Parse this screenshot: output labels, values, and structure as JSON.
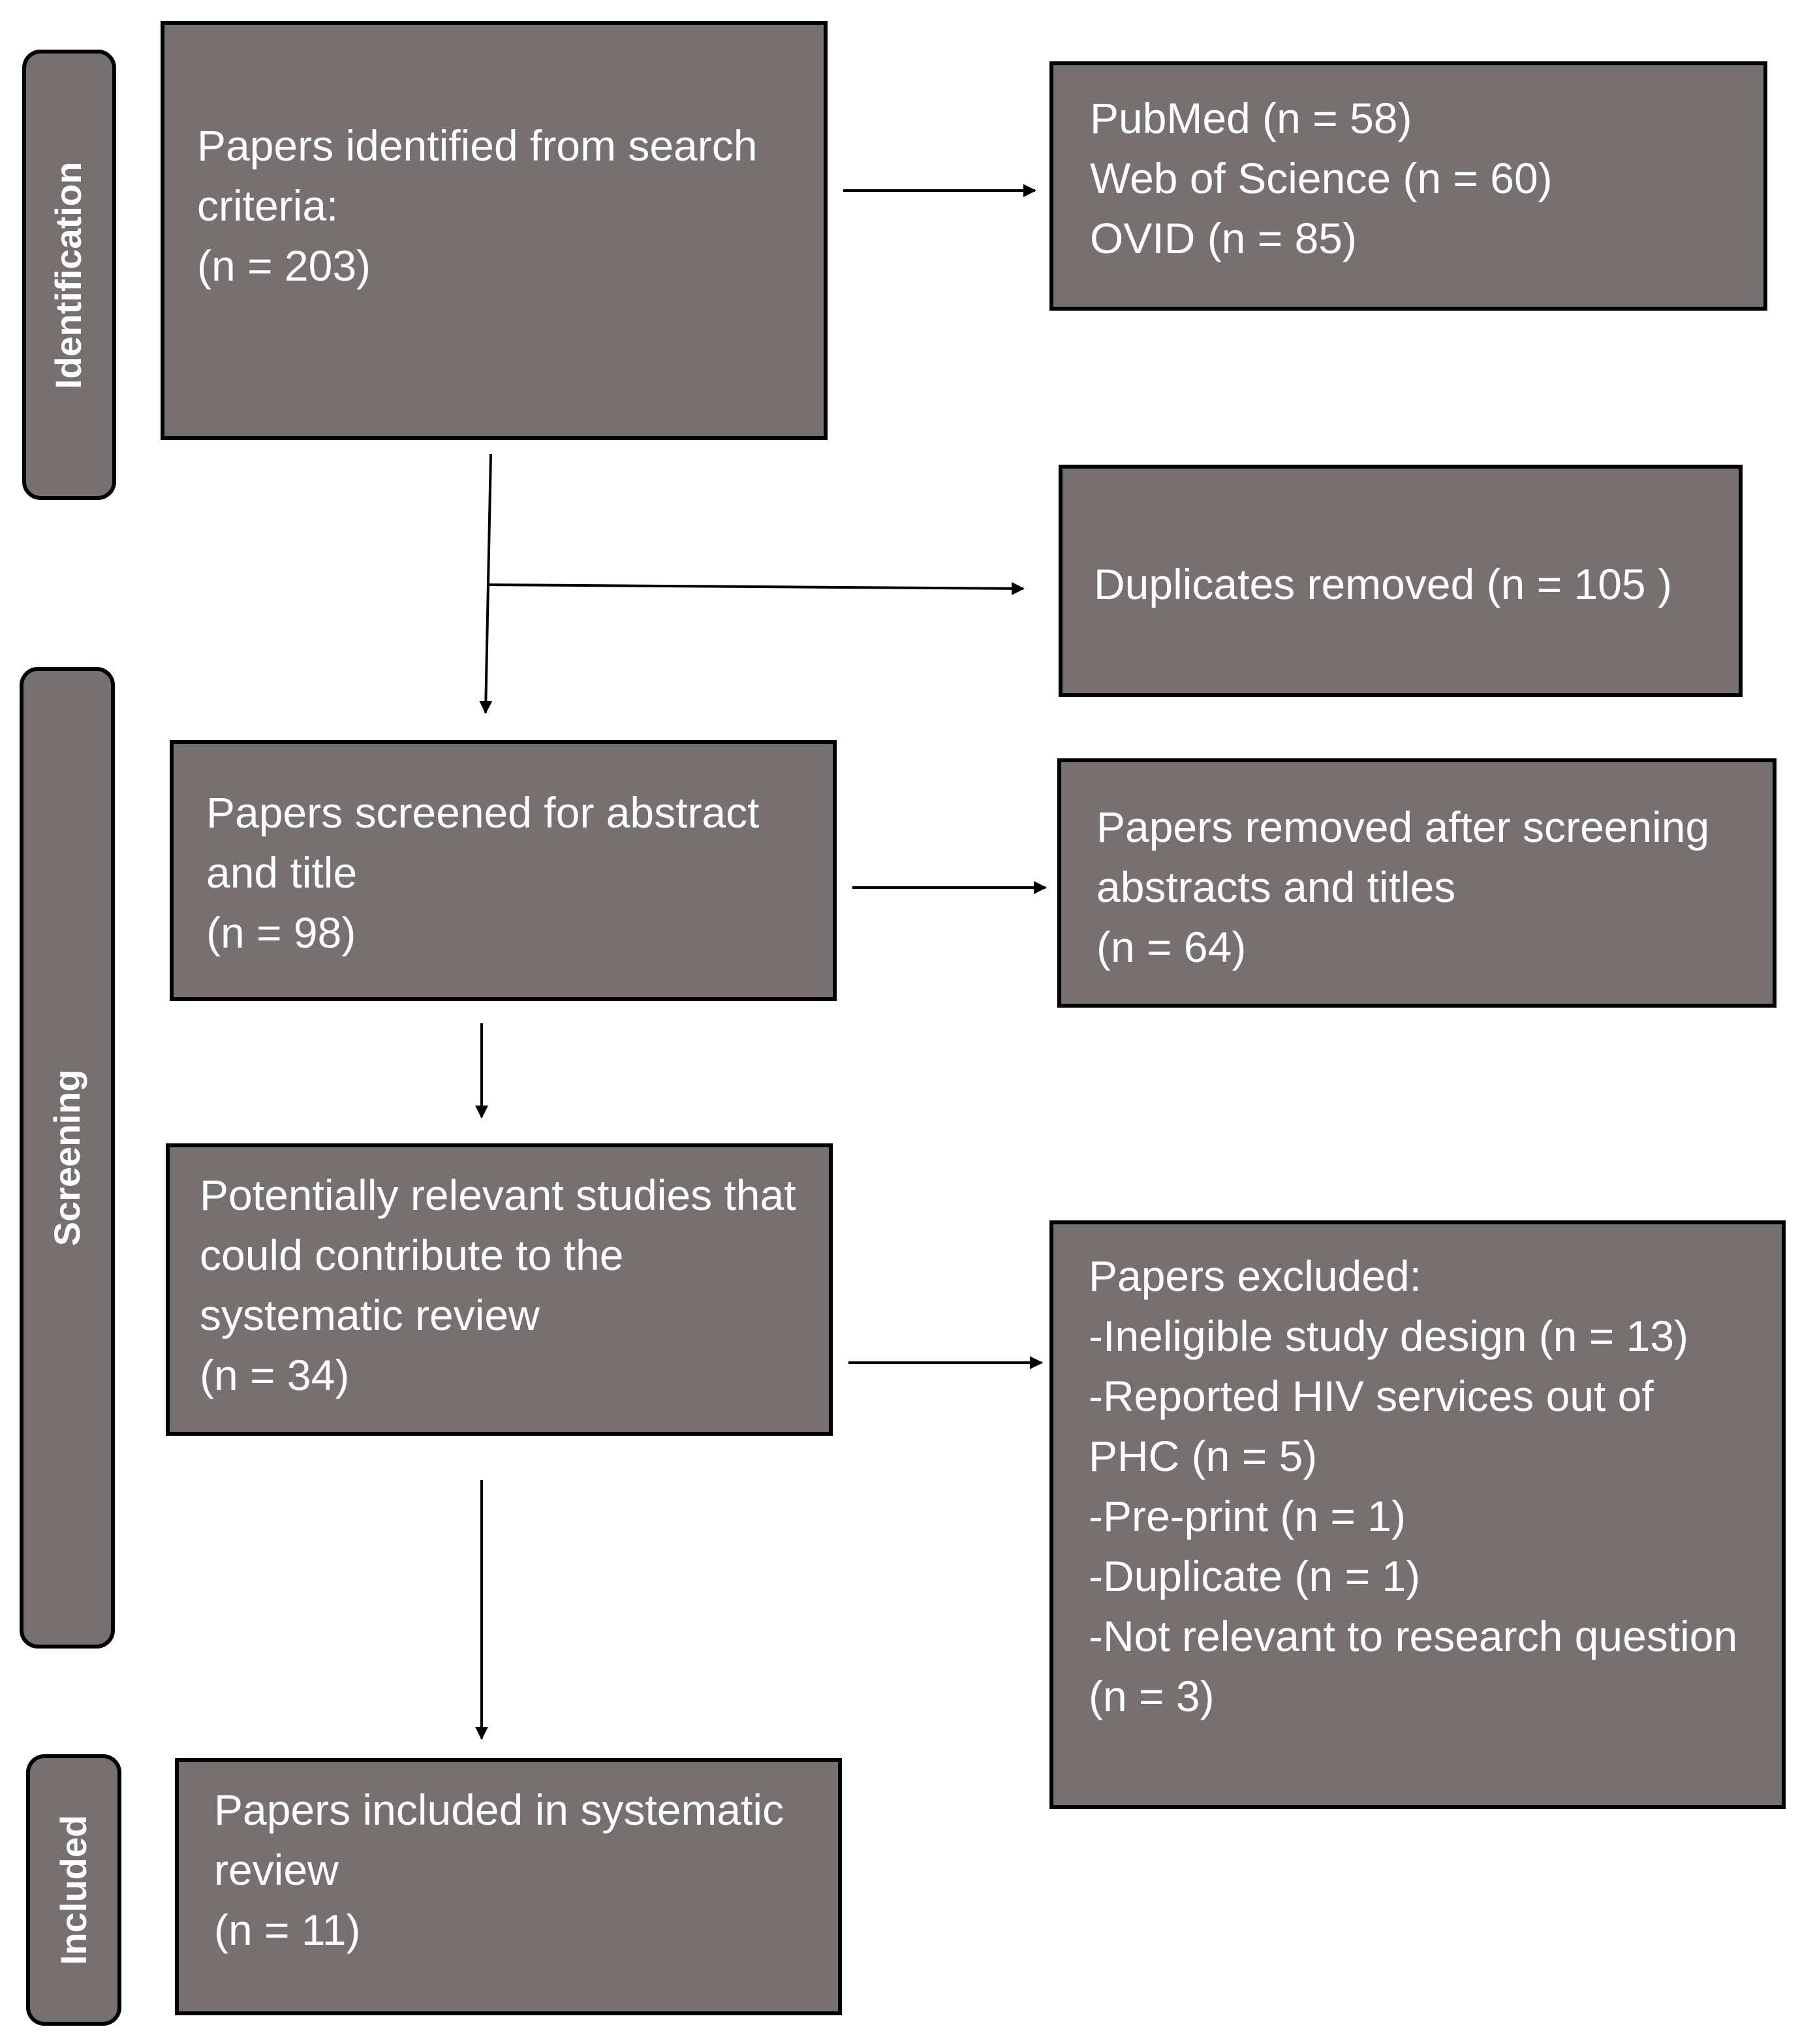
{
  "phases": {
    "identification": "Identification",
    "screening": "Screening",
    "included": "Included"
  },
  "boxes": {
    "identified": "Papers identified from search criteria:\n(n = 203)",
    "sources": "PubMed (n = 58)\nWeb of Science (n = 60)\nOVID (n = 85)",
    "duplicates": "Duplicates removed  (n = 105 )",
    "screened": "Papers screened for abstract and title\n(n = 98)",
    "removed": "Papers removed after screening abstracts and titles\n(n = 64)",
    "relevant": "Potentially relevant studies that could contribute to the systematic review\n(n = 34)",
    "excluded": "Papers excluded:\n-Ineligible study design (n = 13)\n-Reported HIV services out of PHC (n = 5)\n-Pre-print (n = 1)\n-Duplicate (n = 1)\n-Not relevant to research question (n = 3)",
    "included": "Papers included in systematic review\n(n = 11)"
  }
}
